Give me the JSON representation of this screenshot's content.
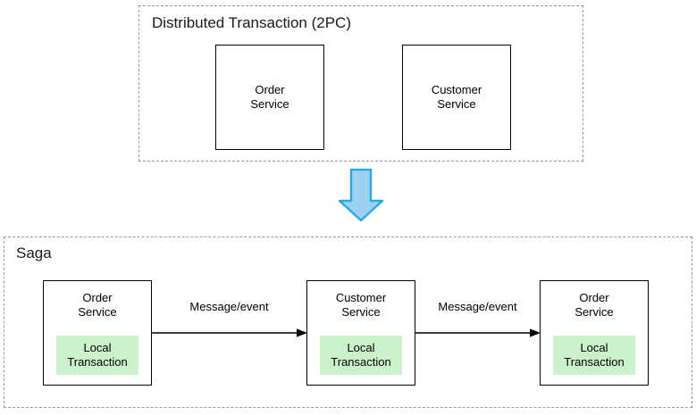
{
  "diagram": {
    "background_color": "#ffffff",
    "groups": [
      {
        "id": "distributed-transaction",
        "title": "Distributed Transaction (2PC)",
        "border_color": "#9a9a9a",
        "border_style": "dashed"
      },
      {
        "id": "saga",
        "title": "Saga",
        "border_color": "#9a9a9a",
        "border_style": "dashed"
      }
    ],
    "twopc_services": [
      {
        "id": "order-service-2pc",
        "name": "Order\nService"
      },
      {
        "id": "customer-service-2pc",
        "name": "Customer\nService"
      }
    ],
    "saga_services": [
      {
        "id": "order-service-saga-1",
        "name": "Order\nService",
        "local_transaction": "Local\nTransaction",
        "highlight_color": "#ccf2cc"
      },
      {
        "id": "customer-service-saga",
        "name": "Customer\nService",
        "local_transaction": "Local\nTransaction",
        "highlight_color": "#ccf2cc"
      },
      {
        "id": "order-service-saga-2",
        "name": "Order\nService",
        "local_transaction": "Local\nTransaction",
        "highlight_color": "#ccf2cc"
      }
    ],
    "saga_connectors": [
      {
        "id": "connector-1",
        "label": "Message/event",
        "from": "order-service-saga-1",
        "to": "customer-service-saga"
      },
      {
        "id": "connector-2",
        "label": "Message/event",
        "from": "customer-service-saga",
        "to": "order-service-saga-2"
      }
    ],
    "transform_arrow": {
      "id": "transform-down-arrow",
      "direction": "down",
      "fill_color": "#9cd2f0",
      "stroke_color": "#2ba6e8"
    }
  }
}
